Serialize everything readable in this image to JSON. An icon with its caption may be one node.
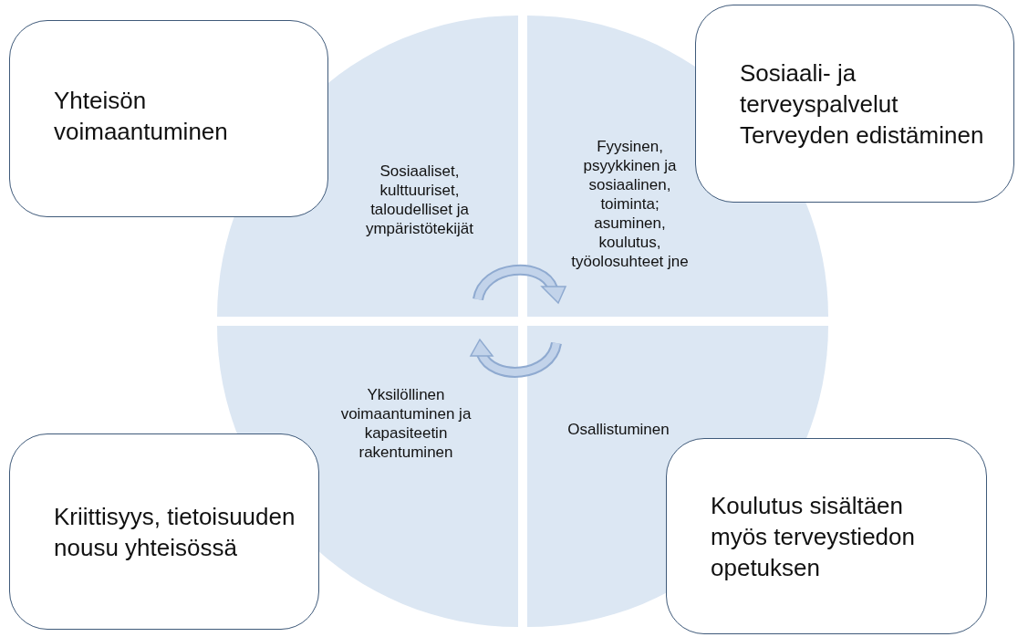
{
  "diagram": {
    "nodes": [
      {
        "text": [
          "Yhteisön voimaantuminen"
        ]
      },
      {
        "text": [
          "Sosiaaliset, kulttuuriset, taloudelliset ja ympäristötekijät"
        ]
      },
      {
        "text": [
          "Fyysinen, psyykkinen ja sosiaalinen, toiminta; asuminen, koulutus, työolosuhteet jne"
        ]
      },
      {
        "text": [
          "Sosiaali- ja terveyspalvelut Terveyden edistäminen"
        ]
      },
      {
        "text": [
          "Yksilöllinen voimaantuminen ja kapasiteetin rakentuminen"
        ]
      },
      {
        "text": [
          "Osallistuminen"
        ]
      },
      {
        "text": [
          "Kriittisyys, tietoisuuden nousu yhteisössä"
        ]
      },
      {
        "text": [
          "Koulutus sisältäen myös terveystiedon opetuksen"
        ]
      }
    ],
    "edges": [
      {
        "from": 1,
        "to": 2,
        "arrow": "to"
      },
      {
        "from": 5,
        "to": 4,
        "arrow": "to"
      }
    ]
  }
}
